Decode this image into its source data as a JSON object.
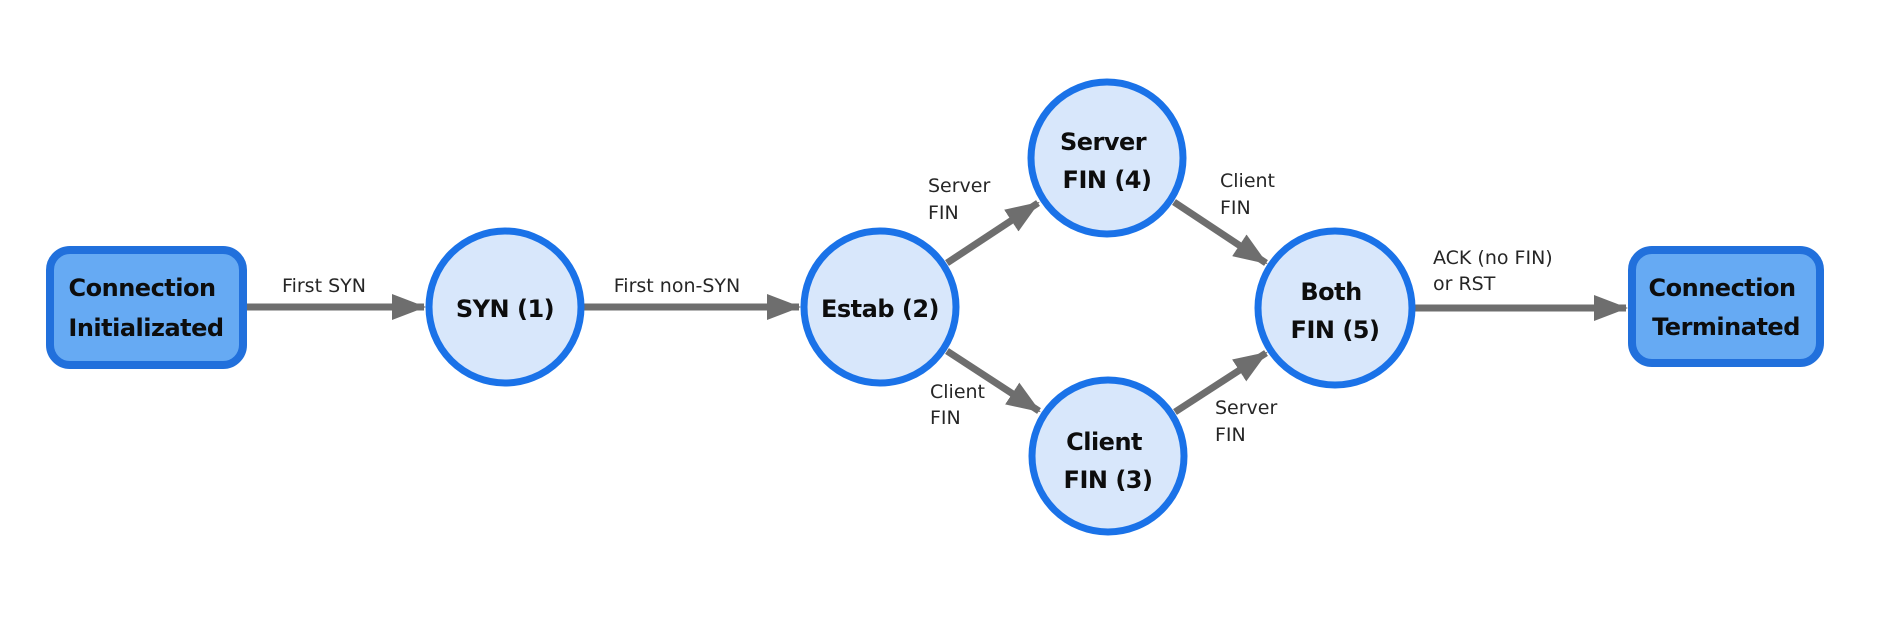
{
  "colors": {
    "background": "#ffffff",
    "state_fill": "#d8e7fb",
    "state_border": "#1a72e8",
    "terminal_fill": "#66aaf3",
    "terminal_border": "#2170dc",
    "arrow": "#6e6e6e",
    "node_text": "#0d0d0d",
    "edge_text": "#262626"
  },
  "nodes": {
    "start": {
      "line1": "Connection",
      "line2": "Initializated"
    },
    "syn": {
      "label": "SYN (1)"
    },
    "estab": {
      "label": "Estab (2)"
    },
    "server_fin": {
      "line1": "Server",
      "line2": "FIN (4)"
    },
    "client_fin": {
      "line1": "Client",
      "line2": "FIN (3)"
    },
    "both_fin": {
      "line1": "Both",
      "line2": "FIN (5)"
    },
    "end": {
      "line1": "Connection",
      "line2": "Terminated"
    }
  },
  "edges": {
    "first_syn": {
      "label": "First SYN"
    },
    "first_non_syn": {
      "label": "First non-SYN"
    },
    "estab_to_server_fin": {
      "line1": "Server",
      "line2": "FIN"
    },
    "estab_to_client_fin": {
      "line1": "Client",
      "line2": "FIN"
    },
    "server_fin_to_both_fin": {
      "line1": "Client",
      "line2": "FIN"
    },
    "client_fin_to_both_fin": {
      "line1": "Server",
      "line2": "FIN"
    },
    "both_fin_to_end": {
      "line1": "ACK (no FIN)",
      "line2": "or RST"
    }
  }
}
